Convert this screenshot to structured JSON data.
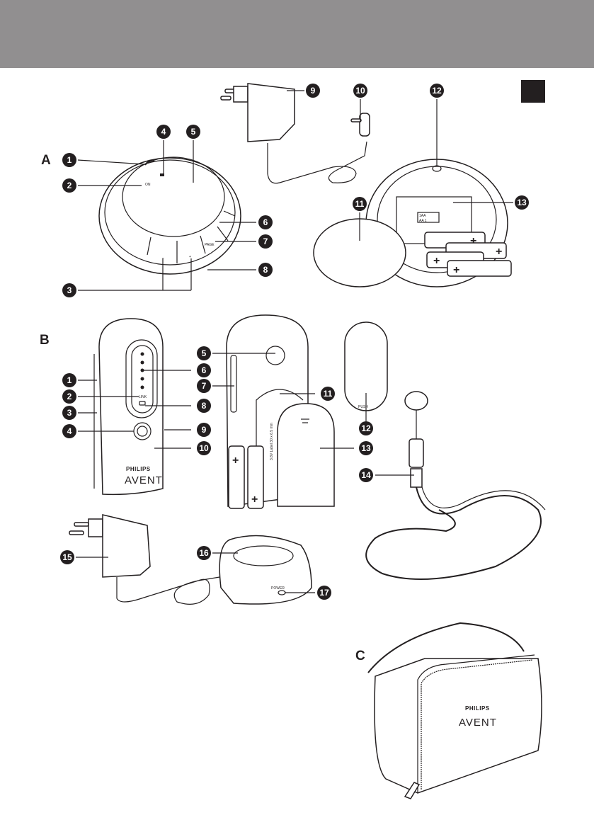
{
  "page": {
    "header_color": "#918f90",
    "language_tab_color": "#231f20"
  },
  "sections": {
    "a": {
      "letter": "A"
    },
    "b": {
      "letter": "B"
    },
    "c": {
      "letter": "C"
    }
  },
  "figure_a": {
    "callouts": [
      "1",
      "2",
      "3",
      "4",
      "5",
      "6",
      "7",
      "8",
      "9",
      "10",
      "11",
      "12",
      "13"
    ],
    "labels": {
      "on": "ON",
      "minus": "–",
      "plus": "+",
      "page": "PAGE",
      "battery_marks": [
        "1AA",
        "AA 1"
      ]
    }
  },
  "figure_b": {
    "callouts": [
      "1",
      "2",
      "3",
      "4",
      "5",
      "6",
      "7",
      "8",
      "9",
      "10",
      "11",
      "12",
      "13",
      "14",
      "15",
      "16",
      "17"
    ],
    "labels": {
      "link": "LINK",
      "brand_top": "PHILIPS",
      "brand_bottom": "AVENT",
      "battery_label": "3.8V Label  30 x 6.5 mm",
      "clip_mark": "PUSH",
      "power": "POWER",
      "plus": "+"
    }
  },
  "figure_c": {
    "brand_top": "PHILIPS",
    "brand_bottom": "AVENT"
  }
}
